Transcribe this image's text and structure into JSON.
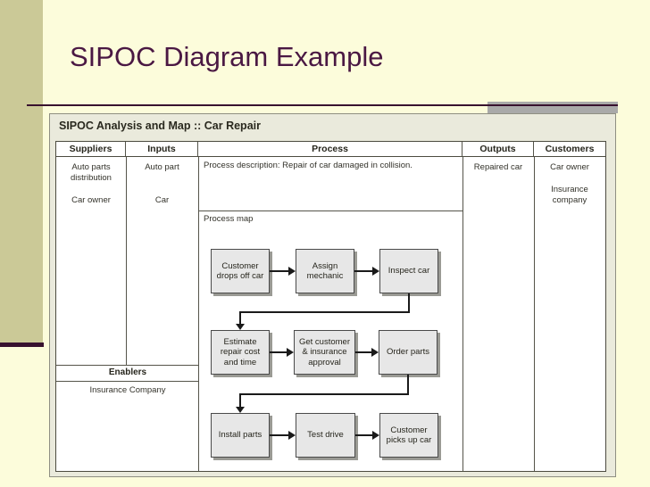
{
  "slide": {
    "title": "SIPOC Diagram Example"
  },
  "panel": {
    "title": "SIPOC Analysis and Map :: Car Repair",
    "columns": {
      "suppliers": "Suppliers",
      "inputs": "Inputs",
      "process": "Process",
      "outputs": "Outputs",
      "customers": "Customers"
    },
    "suppliers_items": [
      "Auto parts distribution",
      "Car owner"
    ],
    "inputs_items": [
      "Auto part",
      "Car"
    ],
    "process_description": "Process description: Repair of car damaged in collision.",
    "process_map_label": "Process map",
    "outputs_items": [
      "Repaired car"
    ],
    "customers_items": [
      "Car owner",
      "Insurance company"
    ],
    "enablers_header": "Enablers",
    "enablers_items": [
      "Insurance Company"
    ]
  },
  "flow": {
    "boxes": [
      "Customer drops off car",
      "Assign mechanic",
      "Inspect car",
      "Estimate repair cost and time",
      "Get customer & insurance approval",
      "Order parts",
      "Install parts",
      "Test drive",
      "Customer picks up car"
    ]
  },
  "colors": {
    "background": "#FCFCDB",
    "sidebar": "#CBC997",
    "accent_maroon": "#38112E",
    "title_text": "#4A1843",
    "gray_band": "#A9A9A9",
    "panel_background": "#EAEADC",
    "flow_box_fill": "#E7E7E7"
  }
}
